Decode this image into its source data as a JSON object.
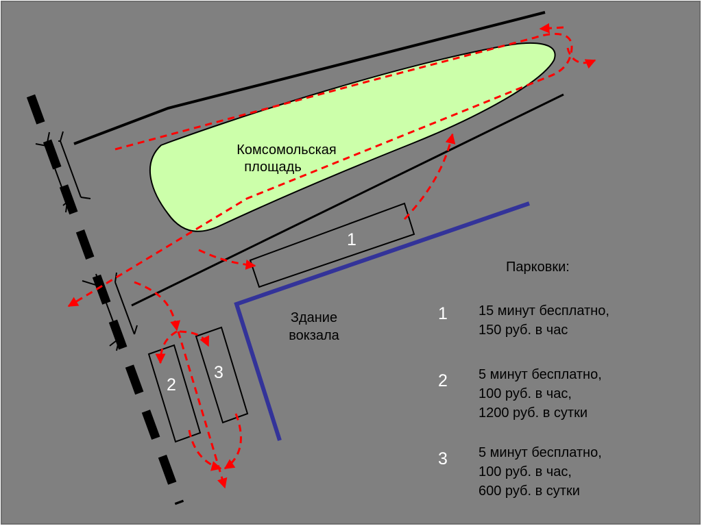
{
  "colors": {
    "background": "#808080",
    "square_fill": "#ccffaa",
    "road": "#000000",
    "route": "#ff0000",
    "building": "#333399",
    "text_dark": "#000000",
    "text_light": "#ffffff"
  },
  "map": {
    "square_label": [
      "Комсомольская",
      "площадь"
    ],
    "station_label": [
      "Здание",
      "вокзала"
    ],
    "lot_numbers": [
      "1",
      "2",
      "3"
    ]
  },
  "legend": {
    "title": "Парковки:",
    "items": [
      {
        "number": "1",
        "lines": [
          "15 минут бесплатно,",
          "150 руб. в час"
        ]
      },
      {
        "number": "2",
        "lines": [
          "5 минут бесплатно,",
          "100 руб. в час,",
          "1200 руб. в сутки"
        ]
      },
      {
        "number": "3",
        "lines": [
          "5 минут бесплатно,",
          "100 руб. в час,",
          "600 руб. в сутки"
        ]
      }
    ]
  }
}
